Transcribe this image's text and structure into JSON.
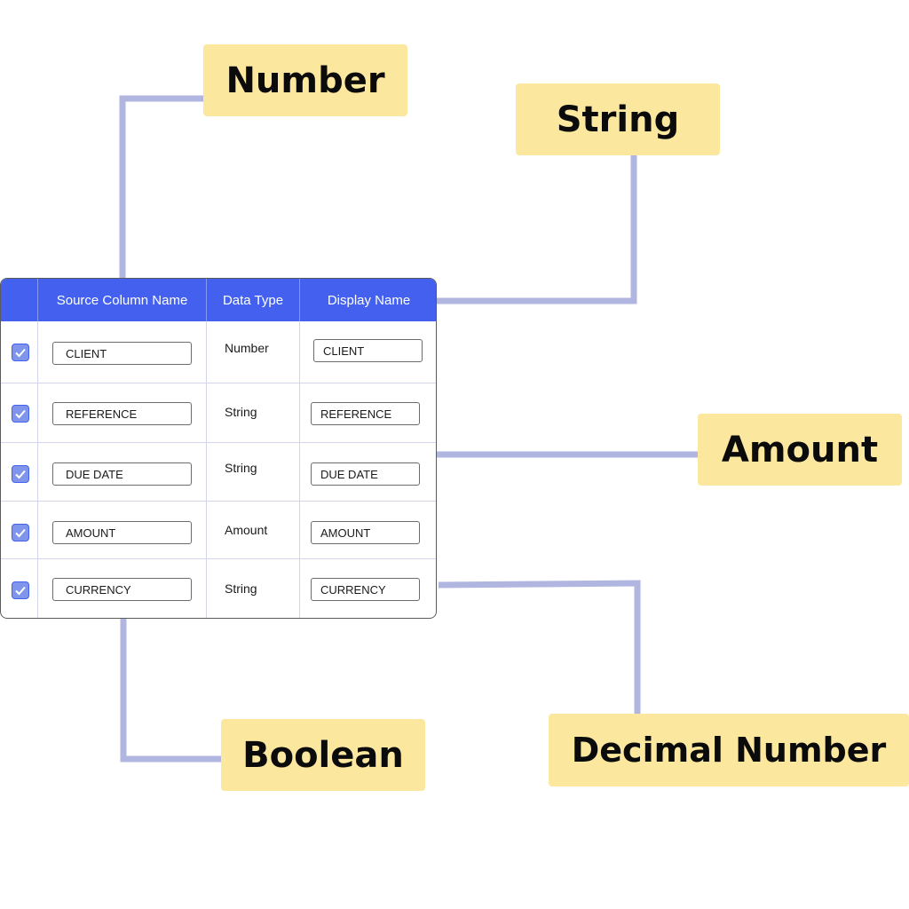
{
  "labels": {
    "number": "Number",
    "string": "String",
    "amount": "Amount",
    "boolean": "Boolean",
    "decimal_number": "Decimal Number"
  },
  "table": {
    "headers": [
      "",
      "Source Column Name",
      "Data Type",
      "Display Name"
    ],
    "rows": [
      {
        "checked": true,
        "source": "CLIENT",
        "type": "Number",
        "display": "CLIENT"
      },
      {
        "checked": true,
        "source": "REFERENCE",
        "type": "String",
        "display": "REFERENCE"
      },
      {
        "checked": true,
        "source": "DUE DATE",
        "type": "String",
        "display": "DUE DATE"
      },
      {
        "checked": true,
        "source": "AMOUNT",
        "type": "Amount",
        "display": "AMOUNT"
      },
      {
        "checked": true,
        "source": "CURRENCY",
        "type": "String",
        "display": "CURRENCY"
      }
    ]
  },
  "colors": {
    "header_bg": "#4361ee",
    "label_bg": "#fbe89e",
    "connector": "#b1b6e0",
    "checkbox": "#7f95ec"
  },
  "icons": {
    "checkbox": "check-icon"
  }
}
